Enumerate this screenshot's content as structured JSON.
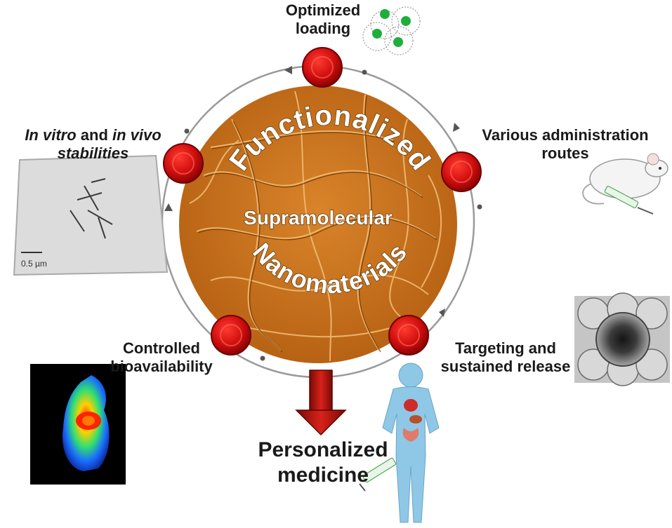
{
  "center": {
    "line1": "Functionalized",
    "line2": "Supramolecular",
    "line3": "Nanomaterials"
  },
  "labels": {
    "optimized_loading_1": "Optimized",
    "optimized_loading_2": "loading",
    "admin_1": "Various administration",
    "admin_2": "routes",
    "targeting_1": "Targeting and",
    "targeting_2": "sustained release",
    "controlled_1": "Controlled",
    "controlled_2": "bioavailability",
    "stab_a": "In vitro",
    "stab_b": " and ",
    "stab_c": "in vivo",
    "stab_d": "stabilities"
  },
  "output": {
    "line1": "Personalized",
    "line2": "medicine"
  },
  "tem_scale": "0.5 µm",
  "colors": {
    "node_red": "#d10f0f",
    "center_orange": "#c8701c",
    "arrow_red": "#b5120d"
  }
}
